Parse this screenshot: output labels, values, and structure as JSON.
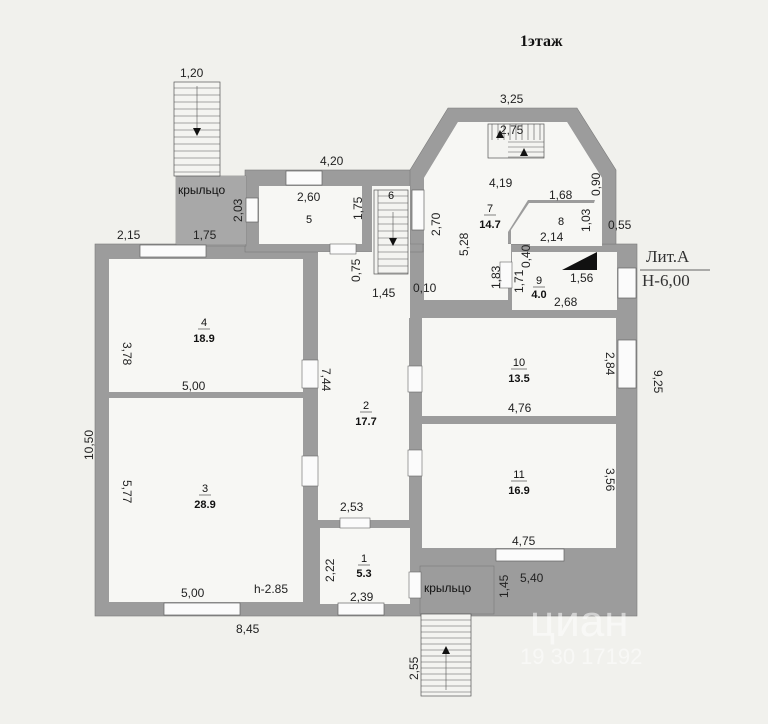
{
  "title": "1этаж",
  "lit_label": "Лит.А",
  "height_label": "Н-6,00",
  "porch_label": "крыльцо",
  "rooms": [
    {
      "num": "1",
      "area": "5.3"
    },
    {
      "num": "2",
      "area": "17.7"
    },
    {
      "num": "3",
      "area": "28.9"
    },
    {
      "num": "4",
      "area": "18.9"
    },
    {
      "num": "5",
      "area": ""
    },
    {
      "num": "6",
      "area": ""
    },
    {
      "num": "7",
      "area": "14.7"
    },
    {
      "num": "8",
      "area": ""
    },
    {
      "num": "9",
      "area": "4.0"
    },
    {
      "num": "10",
      "area": "13.5"
    },
    {
      "num": "11",
      "area": "16.9"
    }
  ],
  "dims": {
    "porch_left_width": "1,20",
    "tower_top": "3,25",
    "stair_top": "2,75",
    "top_mid": "4,20",
    "r5_width": "2,60",
    "porch_left_depth": "2,03",
    "r5_depth": "1,75",
    "r7_inner": "4,19",
    "r8_top": "1,68",
    "r8_right": "0,90",
    "r8_side": "1,03",
    "r6_right": "2,70",
    "r7_height": "5,28",
    "offset_right": "0,55",
    "left_top_1": "2,15",
    "left_top_2": "1,75",
    "r8_width": "2,14",
    "r6_bottom": "0,75",
    "r9_small": "0,40",
    "r9_left_1": "1,83",
    "r9_left_2": "1,71",
    "r9_width": "1,56",
    "r6_width": "1,45",
    "wall_gap": "0,10",
    "r9_bottom": "2,68",
    "r4_height": "3,78",
    "r10_height": "2,84",
    "r2_height": "7,44",
    "right_total": "9,25",
    "r4_width": "5,00",
    "r10_width": "4,76",
    "left_total": "10,50",
    "r3_height": "5,77",
    "r11_height": "3,56",
    "r1_top": "2,53",
    "r11_width": "4,75",
    "r1_height": "2,22",
    "right_bottom": "5,40",
    "porch_bottom_depth": "1,45",
    "r3_width": "5,00",
    "ceiling_height": "h-2.85",
    "r1_width": "2,39",
    "bottom_total": "8,45",
    "bottom_stair": "2,55"
  },
  "watermark": "циан",
  "watermark_sub": "19 30 17192"
}
